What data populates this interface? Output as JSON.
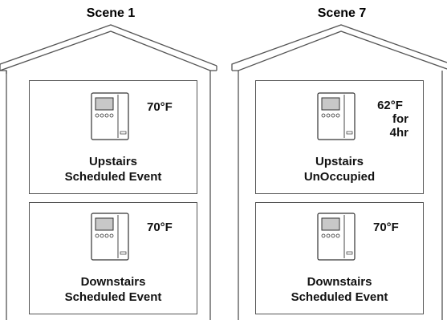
{
  "scenes": [
    {
      "title": "Scene 1",
      "upstairs": {
        "temp": "70°F",
        "temp_extra": [
          "",
          ""
        ],
        "name": "Upstairs",
        "mode": "Scheduled Event"
      },
      "downstairs": {
        "temp": "70°F",
        "name": "Downstairs",
        "mode": "Scheduled Event"
      }
    },
    {
      "title": "Scene 7",
      "upstairs": {
        "temp": "62°F",
        "temp_extra": [
          "for",
          "4hr"
        ],
        "name": "Upstairs",
        "mode": "UnOccupied"
      },
      "downstairs": {
        "temp": "70°F",
        "name": "Downstairs",
        "mode": "Scheduled Event"
      }
    }
  ],
  "colors": {
    "outline": "#555555",
    "screen": "#c8c8c8",
    "device": "#ffffff"
  },
  "icons": {
    "thermostat": "thermostat-icon"
  }
}
